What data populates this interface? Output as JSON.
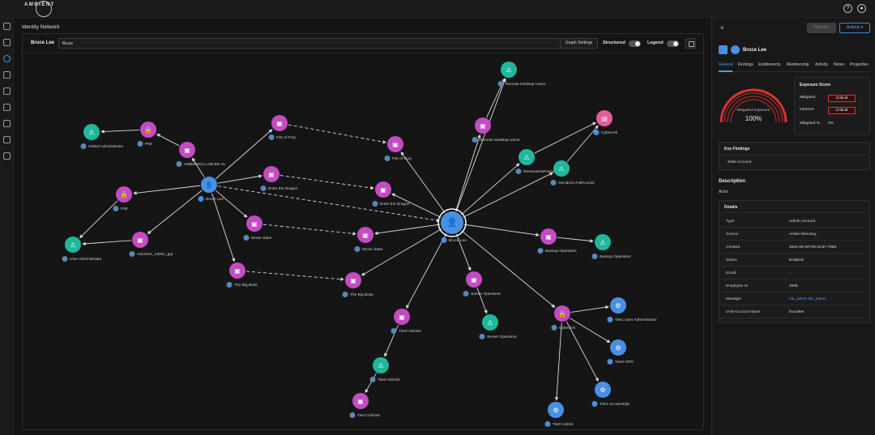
{
  "app": {
    "logo_text": "AMBIENT"
  },
  "page": {
    "title": "Identity Network"
  },
  "graph_toolbar": {
    "identity_name": "Bruce Lee",
    "search_value": "Bruce",
    "settings_label": "Graph Settings",
    "structured_label": "Structured",
    "legend_label": "Legend"
  },
  "nav": {
    "icons": [
      "dashboard-icon",
      "shield-icon",
      "compass-icon",
      "user-icon",
      "users-icon",
      "warning-icon",
      "hierarchy-icon",
      "calendar-icon",
      "settings-icon"
    ]
  },
  "graph": {
    "colors": {
      "user": "#4a90e2",
      "group": "#c44bc4",
      "role": "#1fb89c",
      "app": "#e85c9a",
      "edge": "#dcdcdc"
    },
    "nodes": [
      {
        "id": "center",
        "type": "user",
        "label": "Bruce Lee",
        "icon": "user-icon"
      },
      {
        "id": "bl2",
        "type": "user",
        "label": "Bruce Lee",
        "icon": "user-icon"
      },
      {
        "id": "ga",
        "type": "role",
        "label": "Global Administrator",
        "icon": "role-icon"
      },
      {
        "id": "pim1",
        "type": "group",
        "label": "PIM",
        "icon": "lock-icon"
      },
      {
        "id": "amb",
        "type": "group",
        "label": "AMBIESEC.LABLEE-AL",
        "icon": "group-icon"
      },
      {
        "id": "pim2",
        "type": "group",
        "label": "PIM",
        "icon": "lock-icon"
      },
      {
        "id": "ua",
        "type": "role",
        "label": "User Administrator",
        "icon": "role-icon"
      },
      {
        "id": "azgrp",
        "type": "group",
        "label": "AZUsers_Admin_grp",
        "icon": "group-icon"
      },
      {
        "id": "fof1",
        "type": "group",
        "label": "Fist of Fury",
        "icon": "group-icon"
      },
      {
        "id": "fof2",
        "type": "group",
        "label": "Fist of Fury",
        "icon": "group-icon"
      },
      {
        "id": "etd1",
        "type": "group",
        "label": "Enter the Dragon",
        "icon": "group-icon"
      },
      {
        "id": "etd2",
        "type": "group",
        "label": "Enter the Dragon",
        "icon": "group-icon"
      },
      {
        "id": "ms1",
        "type": "group",
        "label": "Movie Stars",
        "icon": "group-icon"
      },
      {
        "id": "ms2",
        "type": "group",
        "label": "Movie Stars",
        "icon": "group-icon"
      },
      {
        "id": "tbb1",
        "type": "group",
        "label": "The Big Boss",
        "icon": "group-icon"
      },
      {
        "id": "tbb2",
        "type": "group",
        "label": "The Big Boss",
        "icon": "group-icon"
      },
      {
        "id": "rdu1",
        "type": "role",
        "label": "Remote Desktop Users",
        "icon": "role-icon"
      },
      {
        "id": "rdu2",
        "type": "group",
        "label": "Remote Desktop Users",
        "icon": "group-icon"
      },
      {
        "id": "cyberark1",
        "type": "app",
        "label": "CyberArk",
        "icon": "app-icon"
      },
      {
        "id": "rup",
        "type": "role",
        "label": "ResetUsersPasswords",
        "icon": "role-icon"
      },
      {
        "id": "onadmin",
        "type": "role",
        "label": "OnAdmin.FullAccess",
        "icon": "role-icon"
      },
      {
        "id": "bo1",
        "type": "group",
        "label": "Backup Operators",
        "icon": "group-icon"
      },
      {
        "id": "bo2",
        "type": "role",
        "label": "Backup Operators",
        "icon": "role-icon"
      },
      {
        "id": "so1",
        "type": "group",
        "label": "Server Operators",
        "icon": "group-icon"
      },
      {
        "id": "so2",
        "type": "role",
        "label": "Server Operators",
        "icon": "role-icon"
      },
      {
        "id": "t0a",
        "type": "group",
        "label": "Tier0 Admins",
        "icon": "group-icon"
      },
      {
        "id": "t0a2",
        "type": "role",
        "label": "Tier0 Admins",
        "icon": "role-icon"
      },
      {
        "id": "t2a",
        "type": "group",
        "label": "Tier2 Admins",
        "icon": "group-icon"
      },
      {
        "id": "cyberark2",
        "type": "group",
        "label": "CyberArk",
        "icon": "lock-icon"
      },
      {
        "id": "t1ua",
        "type": "user",
        "label": "Tier1 User Administrator",
        "icon": "admin-icon"
      },
      {
        "id": "t0gpo",
        "type": "user",
        "label": "Tier0 GPO",
        "icon": "admin-icon"
      },
      {
        "id": "t1ao",
        "type": "user",
        "label": "Tier1 AccountOpr",
        "icon": "admin-icon"
      },
      {
        "id": "t0adm",
        "type": "user",
        "label": "Tier0 Admin",
        "icon": "admin-icon"
      }
    ],
    "edges": [
      {
        "from": "bl2",
        "to": "amb",
        "style": "solid"
      },
      {
        "from": "amb",
        "to": "pim1",
        "style": "solid"
      },
      {
        "from": "pim1",
        "to": "ga",
        "style": "solid"
      },
      {
        "from": "bl2",
        "to": "pim2",
        "style": "solid"
      },
      {
        "from": "pim2",
        "to": "ua",
        "style": "solid"
      },
      {
        "from": "bl2",
        "to": "azgrp",
        "style": "solid"
      },
      {
        "from": "azgrp",
        "to": "ua",
        "style": "solid"
      },
      {
        "from": "bl2",
        "to": "fof1",
        "style": "solid"
      },
      {
        "from": "bl2",
        "to": "etd1",
        "style": "solid"
      },
      {
        "from": "bl2",
        "to": "ms1",
        "style": "solid"
      },
      {
        "from": "bl2",
        "to": "tbb1",
        "style": "solid"
      },
      {
        "from": "fof1",
        "to": "fof2",
        "style": "dashed"
      },
      {
        "from": "etd1",
        "to": "etd2",
        "style": "dashed"
      },
      {
        "from": "ms1",
        "to": "ms2",
        "style": "dashed"
      },
      {
        "from": "tbb1",
        "to": "tbb2",
        "style": "dashed"
      },
      {
        "from": "bl2",
        "to": "center",
        "style": "dashed"
      },
      {
        "from": "center",
        "to": "fof2",
        "style": "solid"
      },
      {
        "from": "center",
        "to": "etd2",
        "style": "solid"
      },
      {
        "from": "center",
        "to": "ms2",
        "style": "solid"
      },
      {
        "from": "center",
        "to": "tbb2",
        "style": "solid"
      },
      {
        "from": "center",
        "to": "rdu2",
        "style": "solid"
      },
      {
        "from": "center",
        "to": "rdu1",
        "style": "solid"
      },
      {
        "from": "rdu2",
        "to": "rdu1",
        "style": "solid"
      },
      {
        "from": "center",
        "to": "rup",
        "style": "solid"
      },
      {
        "from": "center",
        "to": "onadmin",
        "style": "solid"
      },
      {
        "from": "rup",
        "to": "cyberark1",
        "style": "solid"
      },
      {
        "from": "onadmin",
        "to": "cyberark1",
        "style": "solid"
      },
      {
        "from": "center",
        "to": "bo1",
        "style": "solid"
      },
      {
        "from": "bo1",
        "to": "bo2",
        "style": "solid"
      },
      {
        "from": "center",
        "to": "so1",
        "style": "solid"
      },
      {
        "from": "so1",
        "to": "so2",
        "style": "solid"
      },
      {
        "from": "center",
        "to": "t0a",
        "style": "solid"
      },
      {
        "from": "t0a",
        "to": "t0a2",
        "style": "solid"
      },
      {
        "from": "t0a2",
        "to": "t2a",
        "style": "solid"
      },
      {
        "from": "center",
        "to": "cyberark2",
        "style": "solid"
      },
      {
        "from": "cyberark2",
        "to": "t1ua",
        "style": "solid"
      },
      {
        "from": "cyberark2",
        "to": "t0gpo",
        "style": "solid"
      },
      {
        "from": "cyberark2",
        "to": "t1ao",
        "style": "solid"
      },
      {
        "from": "cyberark2",
        "to": "t0adm",
        "style": "solid"
      }
    ]
  },
  "panel": {
    "close": "×",
    "disabled_button": "Resolve",
    "actions_button": "Actions",
    "identity_name": "Bruce Lee",
    "tabs": [
      "General",
      "Findings",
      "Entitlements",
      "Membership",
      "Activity",
      "Notes",
      "Properties"
    ],
    "gauge": {
      "label": "Mitigated Exposure",
      "value": "100%",
      "fraction": 1.0,
      "color": "#e03030"
    },
    "exposure": {
      "title": "Exposure Score",
      "mitigated_label": "Mitigated",
      "mitigated_value": "Critical",
      "inherent_label": "Inherent",
      "inherent_value": "Critical",
      "mitigated_pct_label": "Mitigated %",
      "mitigated_pct_value": "0%"
    },
    "key_findings": {
      "title": "Key Findings",
      "item": "Stale Account"
    },
    "description": {
      "title": "Description",
      "text": "Actor"
    },
    "details": {
      "title": "Details",
      "rows": [
        {
          "k": "Type",
          "v": "Admin Account"
        },
        {
          "k": "Source",
          "v": "Active Directory"
        },
        {
          "k": "Created",
          "v": "2024-05-02T20:43:57.796Z"
        },
        {
          "k": "Status",
          "v": "Enabled"
        },
        {
          "k": "Email",
          "v": "-"
        },
        {
          "k": "Employee Id",
          "v": "2008"
        },
        {
          "k": "Manager",
          "v": "lab_admin lab_admin",
          "link": true
        },
        {
          "k": "sAM Account Name",
          "v": "brucelee"
        }
      ]
    }
  }
}
